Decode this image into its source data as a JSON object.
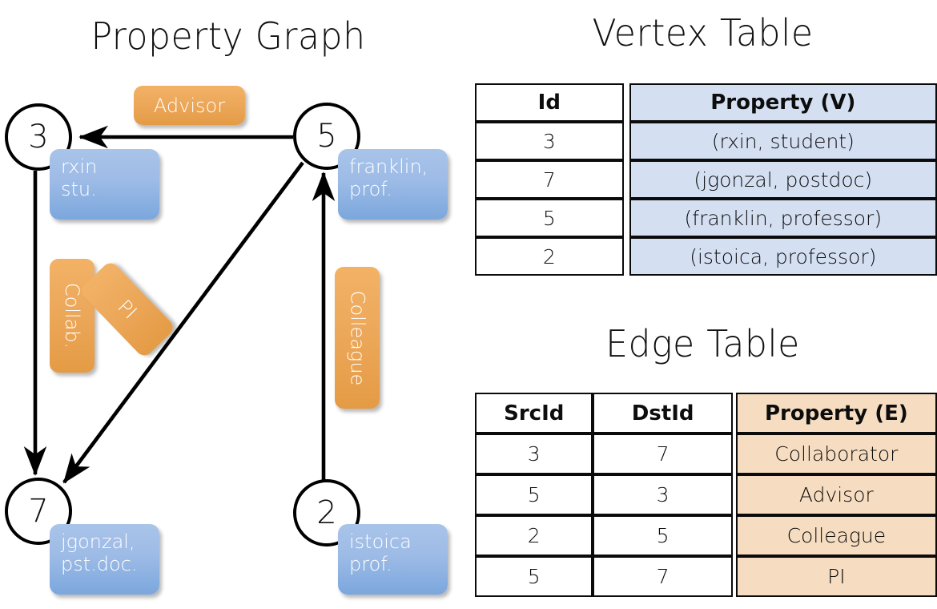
{
  "titles": {
    "graph": "Property Graph",
    "vertex_table": "Vertex Table",
    "edge_table": "Edge Table"
  },
  "graph": {
    "nodes": [
      {
        "id": "3",
        "property_lines": [
          "rxin",
          "stu."
        ]
      },
      {
        "id": "5",
        "property_lines": [
          "franklin,",
          "prof."
        ]
      },
      {
        "id": "7",
        "property_lines": [
          "jgonzal,",
          "pst.doc."
        ]
      },
      {
        "id": "2",
        "property_lines": [
          "istoica",
          "prof."
        ]
      }
    ],
    "edge_labels": [
      {
        "name": "advisor",
        "text": "Advisor"
      },
      {
        "name": "collaborator",
        "text": "Collab."
      },
      {
        "name": "pi",
        "text": "PI"
      },
      {
        "name": "colleague",
        "text": "Colleague"
      }
    ]
  },
  "vertex_table": {
    "columns": [
      "Id",
      "Property (V)"
    ],
    "rows": [
      {
        "id": "3",
        "property": "(rxin, student)"
      },
      {
        "id": "7",
        "property": "(jgonzal, postdoc)"
      },
      {
        "id": "5",
        "property": "(franklin, professor)"
      },
      {
        "id": "2",
        "property": "(istoica, professor)"
      }
    ]
  },
  "edge_table": {
    "columns": [
      "SrcId",
      "DstId",
      "Property (E)"
    ],
    "rows": [
      {
        "src": "3",
        "dst": "7",
        "property": "Collaborator"
      },
      {
        "src": "5",
        "dst": "3",
        "property": "Advisor"
      },
      {
        "src": "2",
        "dst": "5",
        "property": "Colleague"
      },
      {
        "src": "5",
        "dst": "7",
        "property": "PI"
      }
    ]
  },
  "colors": {
    "vertex_property_fill": "#d4e0f2",
    "edge_property_fill": "#f6ddc1",
    "node_box_blue": "#9dbbe6",
    "edge_label_orange": "#eda95c"
  }
}
